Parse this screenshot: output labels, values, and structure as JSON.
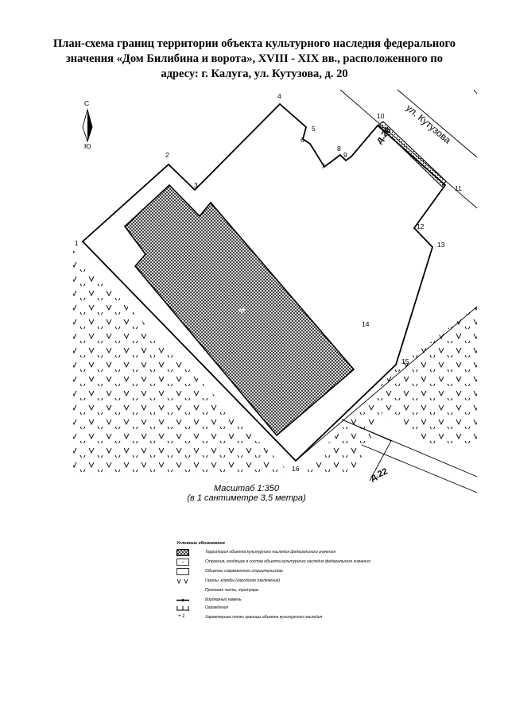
{
  "title": {
    "line1": "План-схема границ территории объекта культурного наследия федерального",
    "line2": "значения «Дом Билибина и ворота», XVIII - XIX вв., расположенного по",
    "line3": "адресу: г. Калуга, ул. Кутузова, д. 20"
  },
  "compass": {
    "north": "С",
    "south": "Ю"
  },
  "map": {
    "street_label": "ул. Кутузова",
    "house_labels": {
      "main": "д.20",
      "neighbor": "д.22"
    },
    "building_label": "2к",
    "points": [
      "1",
      "2",
      "3",
      "4",
      "5",
      "6",
      "7",
      "8",
      "9",
      "10",
      "11",
      "12",
      "13",
      "14",
      "15",
      "16"
    ]
  },
  "scale": {
    "line1": "Масштаб 1:350",
    "line2": "(в 1 сантиметре 3,5 метра)"
  },
  "legend": {
    "title": "Условные обозначения",
    "items": [
      {
        "symbol": "crosshatch",
        "label": "Территория объекта культурного наследия федерального значения"
      },
      {
        "symbol": "dotted-box",
        "label": "Строения, входящие в состав объекта культурного наследия федерального значения"
      },
      {
        "symbol": "empty-box",
        "label": "Объекты современного строительства"
      },
      {
        "symbol": "grass",
        "label": "Газоны, клумбы (городское озеленение)"
      },
      {
        "symbol": "none",
        "label": "Проезжая часть, тротуары"
      },
      {
        "symbol": "curb",
        "label": "Бордюрный камень"
      },
      {
        "symbol": "fence",
        "label": "Ограждения"
      },
      {
        "symbol": "point",
        "label": "Характерные точки границы объекта культурного наследия"
      }
    ],
    "point_symbol": "+ 1"
  }
}
